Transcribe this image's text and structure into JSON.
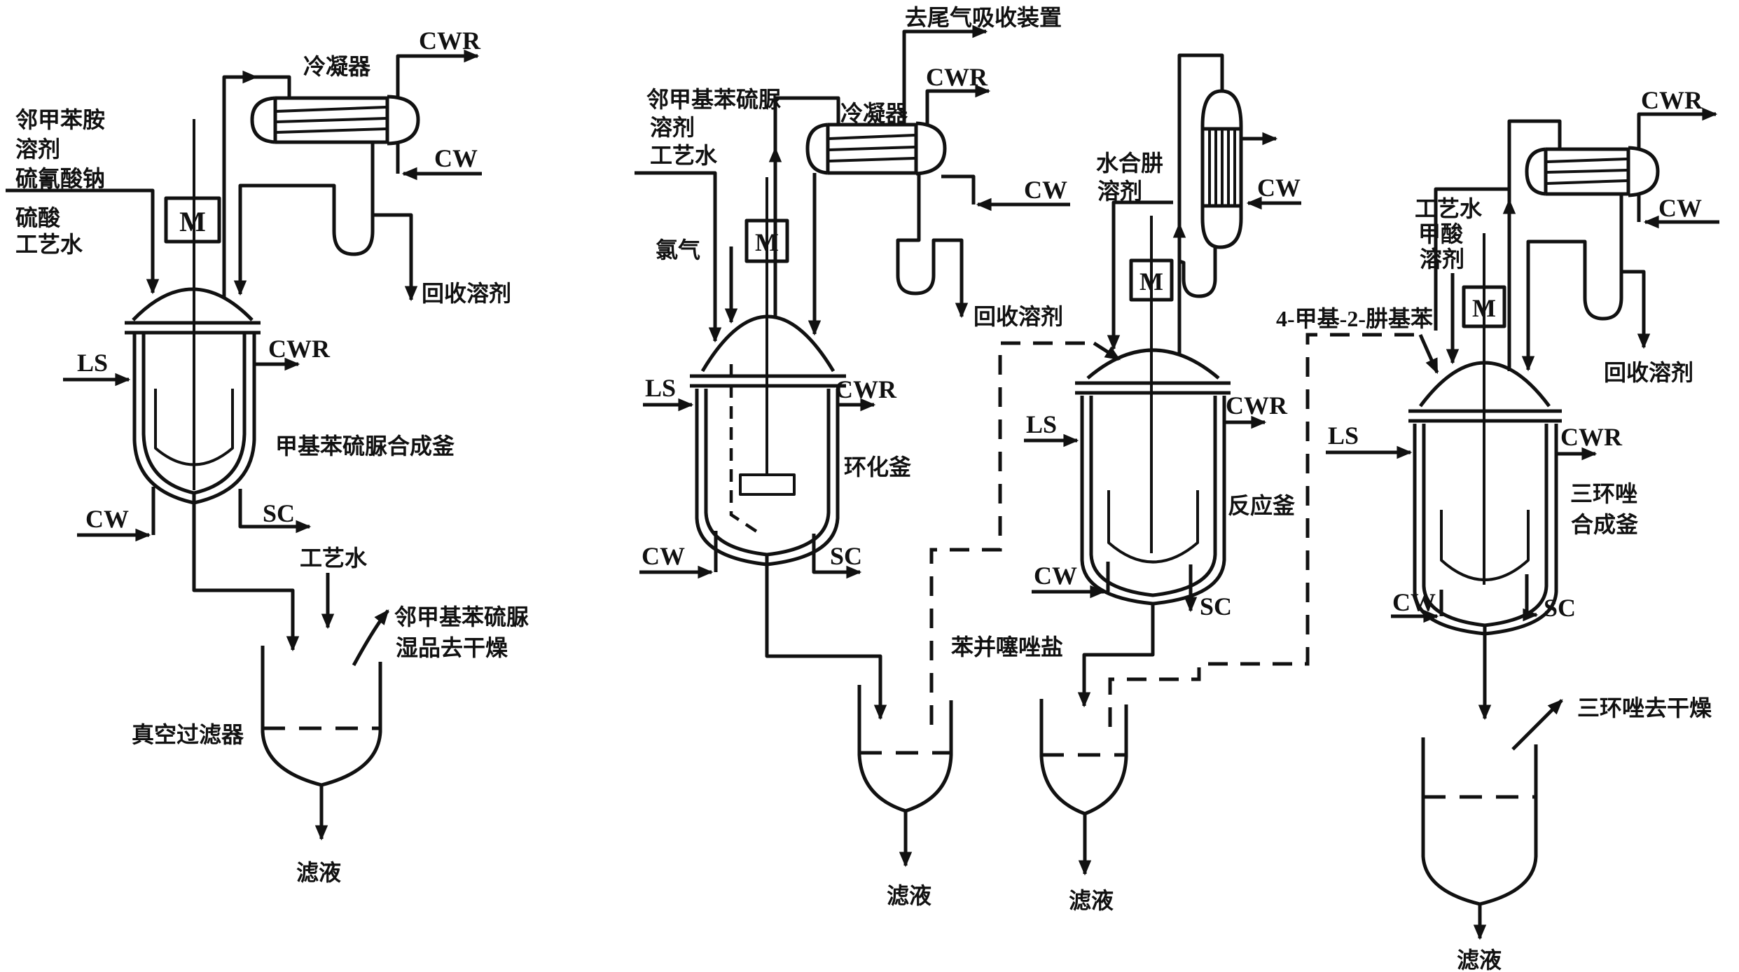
{
  "colors": {
    "line": "#111111",
    "background": "#ffffff"
  },
  "labels": {
    "s1_feed1": "邻甲苯胺",
    "s1_feed2": "溶剂",
    "s1_feed3": "硫氰酸钠",
    "s1_feed4": "硫酸",
    "s1_feed5": "工艺水",
    "s1_condenser": "冷凝器",
    "s1_cond_cwr": "CWR",
    "s1_cond_cw": "CW",
    "s1_recovered_solvent": "回收溶剂",
    "s1_motor": "M",
    "s1_ls": "LS",
    "s1_cwr": "CWR",
    "s1_reactor": "甲基苯硫脲合成釜",
    "s1_cw": "CW",
    "s1_sc": "SC",
    "s1_process_water": "工艺水",
    "s1_wet_product_1": "邻甲基苯硫脲",
    "s1_wet_product_2": "湿品去干燥",
    "s1_filter": "真空过滤器",
    "s1_filtrate": "滤液",
    "s2_feed1": "邻甲基苯硫脲",
    "s2_feed2": "溶剂",
    "s2_feed3": "工艺水",
    "s2_chlorine": "氯气",
    "s2_tail_gas": "去尾气吸收装置",
    "s2_condenser": "冷凝器",
    "s2_cond_cwr": "CWR",
    "s2_cond_cw": "CW",
    "s2_recovered_solvent": "回收溶剂",
    "s2_motor": "M",
    "s2_ls": "LS",
    "s2_cwr": "CWR",
    "s2_reactor": "环化釜",
    "s2_cw": "CW",
    "s2_sc": "SC",
    "s2_salt": "苯并噻唑盐",
    "s2_filtrate": "滤液",
    "s3_feed1": "水合肼",
    "s3_feed2": "溶剂",
    "s3_cond_cw": "CW",
    "s3_motor": "M",
    "s3_ls": "LS",
    "s3_cwr": "CWR",
    "s3_reactor": "反应釜",
    "s3_cw": "CW",
    "s3_sc": "SC",
    "s3_transfer": "4-甲基-2-肼基苯",
    "s3_filtrate": "滤液",
    "s4_feed1": "工艺水",
    "s4_feed2": "甲酸",
    "s4_feed3": "溶剂",
    "s4_motor": "M",
    "s4_ls": "LS",
    "s4_cwr": "CWR",
    "s4_cond_cwr": "CWR",
    "s4_cond_cw": "CW",
    "s4_recovered_solvent": "回收溶剂",
    "s4_reactor_1": "三环唑",
    "s4_reactor_2": "合成釜",
    "s4_cw": "CW",
    "s4_sc": "SC",
    "s4_to_drying": "三环唑去干燥",
    "s4_filtrate": "滤液"
  }
}
